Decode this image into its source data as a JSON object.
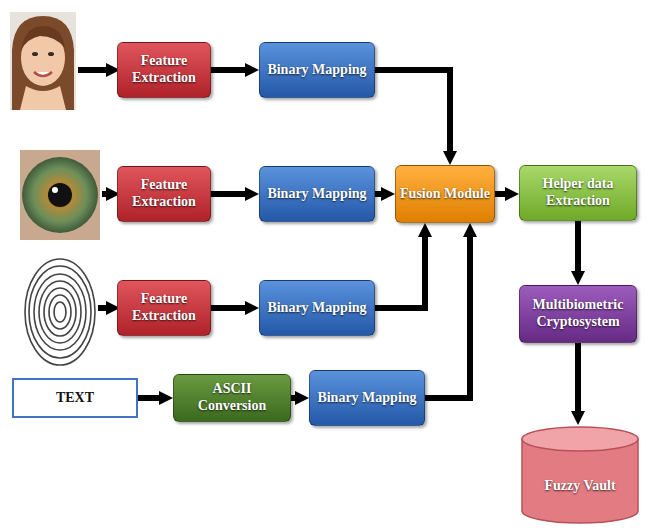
{
  "diagram": {
    "nodes": [
      {
        "text": [
          "Feature Extraction"
        ]
      },
      {
        "text": [
          "Binary Mapping"
        ]
      },
      {
        "text": [
          "Feature Extraction"
        ]
      },
      {
        "text": [
          "Binary Mapping"
        ]
      },
      {
        "text": [
          "Fusion Module"
        ]
      },
      {
        "text": [
          "Helper data Extraction"
        ]
      },
      {
        "text": [
          "Feature Extraction"
        ]
      },
      {
        "text": [
          "Binary Mapping"
        ]
      },
      {
        "text": [
          "Multibiometric Cryptosystem"
        ]
      },
      {
        "text": [
          "TEXT"
        ]
      },
      {
        "text": [
          "ASCII Conversion"
        ]
      },
      {
        "text": [
          "Binary Mapping"
        ]
      },
      {
        "text": [
          "Fuzzy Vault"
        ]
      }
    ],
    "edges": [
      {
        "from": 0,
        "to": 1,
        "arrow": "to"
      },
      {
        "from": 1,
        "to": 4,
        "arrow": "to"
      },
      {
        "from": 2,
        "to": 3,
        "arrow": "to"
      },
      {
        "from": 3,
        "to": 4,
        "arrow": "to"
      },
      {
        "from": 6,
        "to": 7,
        "arrow": "to"
      },
      {
        "from": 7,
        "to": 4,
        "arrow": "to"
      },
      {
        "from": 9,
        "to": 10,
        "arrow": "to"
      },
      {
        "from": 10,
        "to": 11,
        "arrow": "to"
      },
      {
        "from": 11,
        "to": 4,
        "arrow": "to"
      },
      {
        "from": 4,
        "to": 5,
        "arrow": "to"
      },
      {
        "from": 5,
        "to": 8,
        "arrow": "to"
      },
      {
        "from": 8,
        "to": 12,
        "arrow": "to"
      }
    ]
  }
}
